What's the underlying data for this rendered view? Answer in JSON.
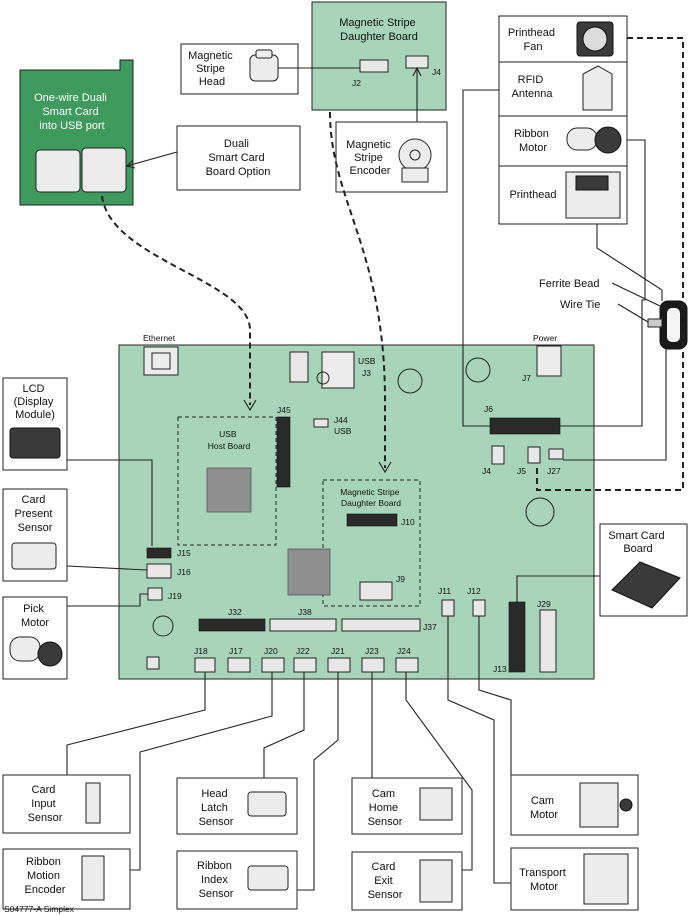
{
  "labels": {
    "mag_stripe_daughter_top": [
      "Magnetic Stripe",
      "Daughter Board"
    ],
    "j2": "J2",
    "j4_top": "J4",
    "mag_stripe_head": [
      "Magnetic",
      "Stripe",
      "Head"
    ],
    "mag_stripe_encoder": [
      "Magnetic",
      "Stripe",
      "Encoder"
    ],
    "duali_card": [
      "One-wire Duali",
      "Smart Card",
      "into USB port"
    ],
    "duali_option": [
      "Duali",
      "Smart Card",
      "Board Option"
    ],
    "printhead_fan": [
      "Printhead",
      "Fan"
    ],
    "rfid_antenna": [
      "RFID",
      "Antenna"
    ],
    "ribbon_motor": [
      "Ribbon",
      "Motor"
    ],
    "printhead": "Printhead",
    "ferrite_bead": "Ferrite Bead",
    "wire_tie": "Wire Tie",
    "ethernet": "Ethernet",
    "power": "Power",
    "usb_j3": [
      "USB",
      "J3"
    ],
    "j7": "J7",
    "j45": "J45",
    "j44": [
      "J44",
      "USB"
    ],
    "usb_host": [
      "USB",
      "Host Board"
    ],
    "mag_stripe_daughter_board": [
      "Magnetic Stripe",
      "Daughter Board"
    ],
    "j10": "J10",
    "j9": "J9",
    "j6": "J6",
    "j4": "J4",
    "j5": "J5",
    "j27": "J27",
    "lcd": [
      "LCD",
      "(Display",
      "Module)"
    ],
    "card_present": [
      "Card",
      "Present",
      "Sensor"
    ],
    "pick_motor": [
      "Pick",
      "Motor"
    ],
    "j15": "J15",
    "j16": "J16",
    "j19": "J19",
    "j32": "J32",
    "j38": "J38",
    "j37": "J37",
    "j11": "J11",
    "j12": "J12",
    "j13": "J13",
    "j29": "J29",
    "j18": "J18",
    "j17": "J17",
    "j20": "J20",
    "j22": "J22",
    "j21": "J21",
    "j23": "J23",
    "j24": "J24",
    "smart_card_board": [
      "Smart Card",
      "Board"
    ],
    "card_input": [
      "Card",
      "Input",
      "Sensor"
    ],
    "head_latch": [
      "Head",
      "Latch",
      "Sensor"
    ],
    "cam_home": [
      "Cam",
      "Home",
      "Sensor"
    ],
    "cam_motor": [
      "Cam",
      "Motor"
    ],
    "ribbon_motion": [
      "Ribbon",
      "Motion",
      "Encoder"
    ],
    "ribbon_index": [
      "Ribbon",
      "Index",
      "Sensor"
    ],
    "card_exit": [
      "Card",
      "Exit",
      "Sensor"
    ],
    "transport_motor": [
      "Transport",
      "Motor"
    ],
    "footer": "S04777-A Simplex"
  }
}
